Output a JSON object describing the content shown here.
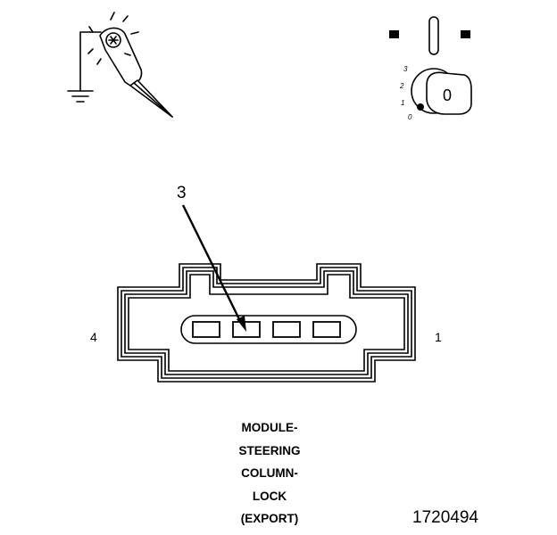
{
  "connector": {
    "callout_label": "3",
    "pin_left_label": "4",
    "pin_right_label": "1",
    "cavities": 4
  },
  "ignition_key": {
    "positions": [
      "3",
      "2",
      "1",
      "0"
    ],
    "key_mark": "0"
  },
  "caption": {
    "lines": [
      "MODULE-",
      "STEERING",
      "COLUMN-",
      "LOCK",
      "(EXPORT)"
    ]
  },
  "figure_number": "1720494"
}
